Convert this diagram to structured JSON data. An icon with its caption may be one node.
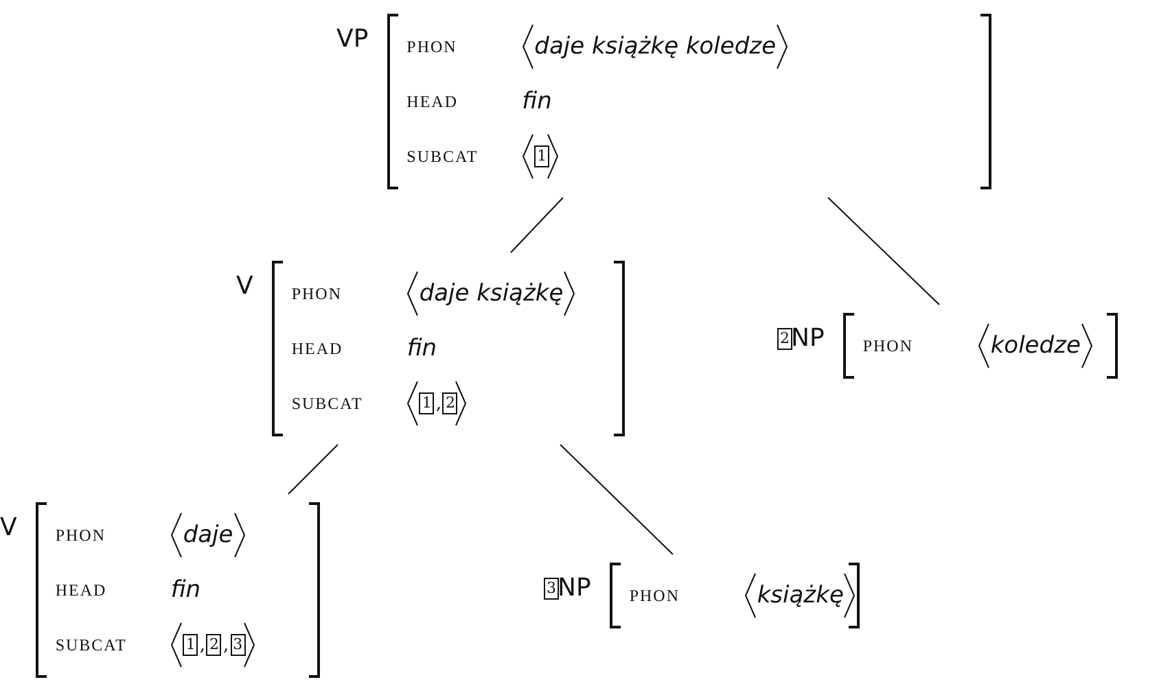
{
  "diagram": {
    "nodes": [
      {
        "text": [
          "VP",
          "PHON",
          "daje książkę koledze",
          "HEAD",
          "fin",
          "SUBCAT",
          "1"
        ]
      },
      {
        "text": [
          "V",
          "PHON",
          "daje książkę",
          "HEAD",
          "fin",
          "SUBCAT",
          "1,2"
        ]
      },
      {
        "text": [
          "2",
          "NP",
          "PHON",
          "koledze"
        ]
      },
      {
        "text": [
          "V",
          "PHON",
          "daje",
          "HEAD",
          "fin",
          "SUBCAT",
          "1,2,3"
        ]
      },
      {
        "text": [
          "3",
          "NP",
          "PHON",
          "książkę"
        ]
      }
    ],
    "edges": [
      {
        "from": 0,
        "to": 1,
        "arrow": "none"
      },
      {
        "from": 0,
        "to": 2,
        "arrow": "none"
      },
      {
        "from": 1,
        "to": 3,
        "arrow": "none"
      },
      {
        "from": 1,
        "to": 4,
        "arrow": "none"
      }
    ]
  }
}
